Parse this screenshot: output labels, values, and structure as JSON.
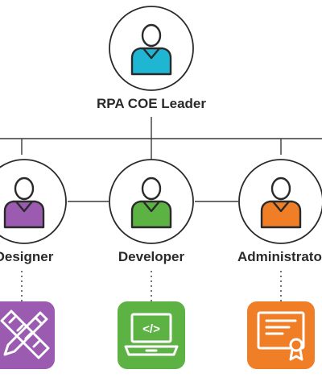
{
  "diagram": {
    "leader": {
      "label": "RPA COE Leader",
      "icon": "person-icon",
      "color": "#1fb6d4"
    },
    "roles": [
      {
        "label": "Designer",
        "icon": "person-icon",
        "color": "#9b5bb0",
        "tool": {
          "icon": "ruler-pencil-icon",
          "color": "#9b5bb0"
        }
      },
      {
        "label": "Developer",
        "icon": "person-icon",
        "color": "#5cb343",
        "tool": {
          "icon": "laptop-code-icon",
          "color": "#5cb343",
          "code": "</>"
        }
      },
      {
        "label": "Administrator",
        "icon": "person-icon",
        "color": "#f07e26",
        "tool": {
          "icon": "certificate-icon",
          "color": "#f07e26"
        }
      }
    ],
    "line_color": "#3a3a3a"
  }
}
